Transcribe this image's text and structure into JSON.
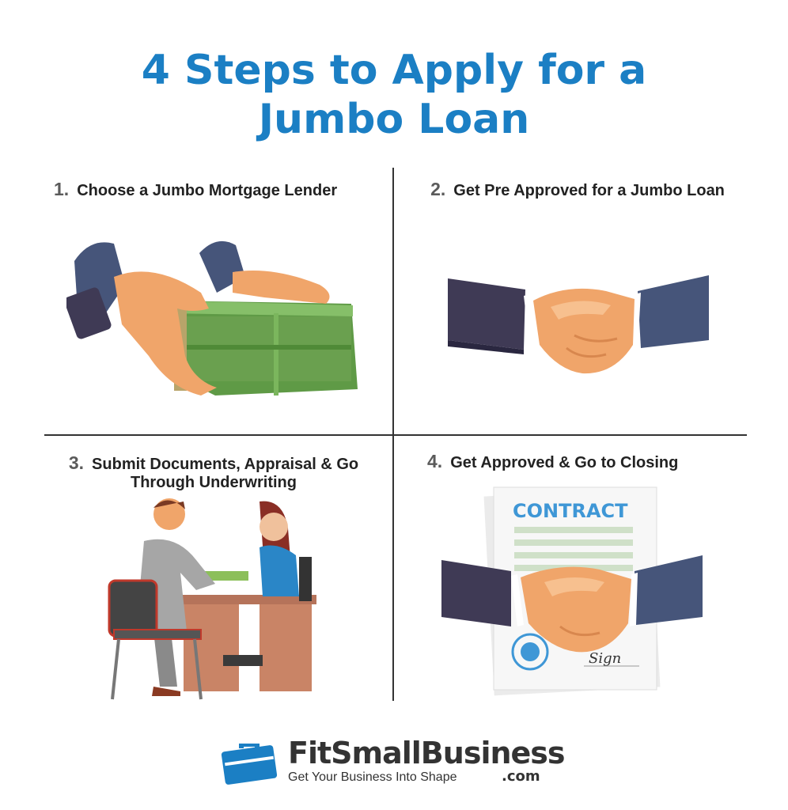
{
  "title": {
    "line1": "4 Steps to Apply for a",
    "line2": "Jumbo Loan"
  },
  "steps": [
    {
      "number": "1.",
      "text": "Choose a Jumbo Mortgage Lender",
      "illustration": "hands-with-money-stack"
    },
    {
      "number": "2.",
      "text": "Get Pre Approved for a Jumbo Loan",
      "illustration": "handshake"
    },
    {
      "number": "3.",
      "text": "Submit Documents, Appraisal & Go Through Underwriting",
      "illustration": "meeting-at-desk"
    },
    {
      "number": "4.",
      "text": "Get Approved & Go to Closing",
      "illustration": "contract-handshake",
      "contract_heading": "CONTRACT",
      "signature": "Sign"
    }
  ],
  "brand": {
    "name": "FitSmallBusiness",
    "tagline": "Get Your Business Into Shape",
    "suffix": ".com",
    "icon": "briefcase-icon"
  },
  "colors": {
    "title": "#1b7fc4",
    "accent_blue": "#1b7fc4",
    "money_green": "#6aa04f",
    "skin": "#f0a56a",
    "sleeve_dark": "#3f3a55",
    "sleeve_blue": "#46557a"
  }
}
